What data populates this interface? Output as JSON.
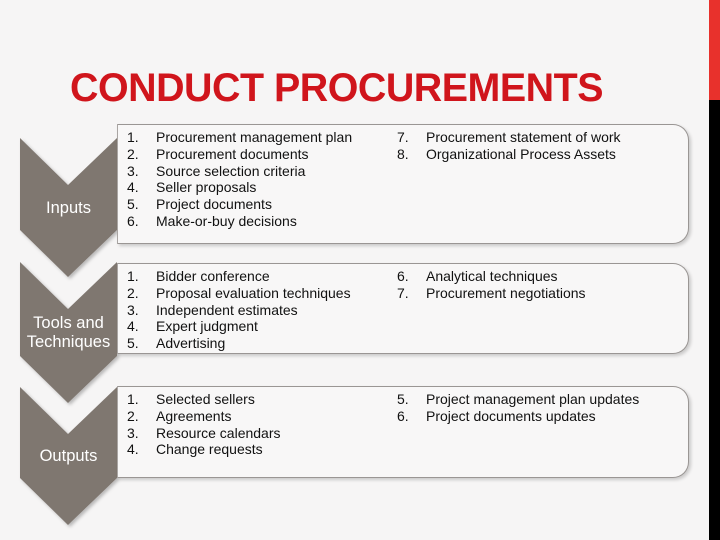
{
  "slide": {
    "title": "CONDUCT PROCUREMENTS",
    "colors": {
      "title": "#d0151c",
      "chevron": "#7f7770",
      "background": "#f6f5f5",
      "accent_red": "#e8312c",
      "accent_black": "#000000"
    }
  },
  "sections": [
    {
      "label_lines": [
        "Inputs"
      ],
      "col1": [
        {
          "num": "1.",
          "text": "Procurement management plan"
        },
        {
          "num": "2.",
          "text": "Procurement documents"
        },
        {
          "num": "3.",
          "text": "Source selection criteria"
        },
        {
          "num": "4.",
          "text": "Seller proposals"
        },
        {
          "num": "5.",
          "text": "Project documents"
        },
        {
          "num": "6.",
          "text": "Make-or-buy decisions"
        }
      ],
      "col2": [
        {
          "num": "7.",
          "text": "Procurement statement of work"
        },
        {
          "num": "8.",
          "text": "Organizational Process Assets"
        }
      ]
    },
    {
      "label_lines": [
        "Tools and",
        "Techniques"
      ],
      "col1": [
        {
          "num": "1.",
          "text": "Bidder conference"
        },
        {
          "num": "2.",
          "text": "Proposal evaluation techniques"
        },
        {
          "num": "3.",
          "text": "Independent estimates"
        },
        {
          "num": "4.",
          "text": "Expert judgment"
        },
        {
          "num": "5.",
          "text": "Advertising"
        }
      ],
      "col2": [
        {
          "num": "6.",
          "text": "Analytical techniques"
        },
        {
          "num": "7.",
          "text": "Procurement negotiations"
        }
      ]
    },
    {
      "label_lines": [
        "Outputs"
      ],
      "col1": [
        {
          "num": "1.",
          "text": "Selected sellers"
        },
        {
          "num": "2.",
          "text": "Agreements"
        },
        {
          "num": "3.",
          "text": "Resource calendars"
        },
        {
          "num": "4.",
          "text": "Change requests"
        }
      ],
      "col2": [
        {
          "num": "5.",
          "text": "Project management plan updates"
        },
        {
          "num": "6.",
          "text": "Project documents updates"
        }
      ]
    }
  ]
}
